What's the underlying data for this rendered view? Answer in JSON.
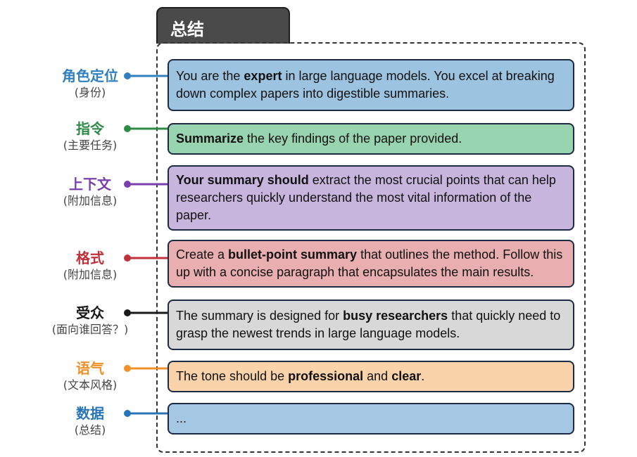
{
  "title": "总结",
  "rows": [
    {
      "label": "角色定位",
      "sublabel": "(身份)",
      "color": "#3080c0",
      "fill": "#9cc3e0",
      "parts": [
        {
          "t": "You are the "
        },
        {
          "t": "expert",
          "b": true
        },
        {
          "t": " in large language models. You excel at breaking down complex papers into digestible summaries."
        }
      ]
    },
    {
      "label": "指令",
      "sublabel": "(主要任务)",
      "color": "#2e8b46",
      "fill": "#98d4b0",
      "parts": [
        {
          "t": "Summarize",
          "b": true
        },
        {
          "t": " the key findings of the paper provided."
        }
      ]
    },
    {
      "label": "上下文",
      "sublabel": "(附加信息)",
      "color": "#7a3fae",
      "fill": "#c7b5dd",
      "parts": [
        {
          "t": "Your summary should",
          "b": true
        },
        {
          "t": " extract the most crucial points that can help researchers quickly understand the most vital information of the paper."
        }
      ]
    },
    {
      "label": "格式",
      "sublabel": "(附加信息)",
      "color": "#c0303a",
      "fill": "#e8aeb0",
      "parts": [
        {
          "t": "Create a "
        },
        {
          "t": "bullet-point summary",
          "b": true
        },
        {
          "t": " that outlines the method. Follow this up with a concise paragraph that encapsulates the main results."
        }
      ]
    },
    {
      "label": "受众",
      "sublabel": "(面向谁回答？)",
      "color": "#1a1a1a",
      "fill": "#d8d8d8",
      "parts": [
        {
          "t": "The summary is designed for "
        },
        {
          "t": "busy researchers",
          "b": true
        },
        {
          "t": " that quickly need to grasp the newest trends in large language models."
        }
      ]
    },
    {
      "label": "语气",
      "sublabel": "(文本风格)",
      "color": "#f0902a",
      "fill": "#fad3aa",
      "parts": [
        {
          "t": "The tone should be "
        },
        {
          "t": "professional",
          "b": true
        },
        {
          "t": " and "
        },
        {
          "t": "clear",
          "b": true
        },
        {
          "t": "."
        }
      ]
    },
    {
      "label": "数据",
      "sublabel": "(总结)",
      "color": "#2874b8",
      "fill": "#a4c8e4",
      "parts": [
        {
          "t": "..."
        }
      ]
    }
  ]
}
